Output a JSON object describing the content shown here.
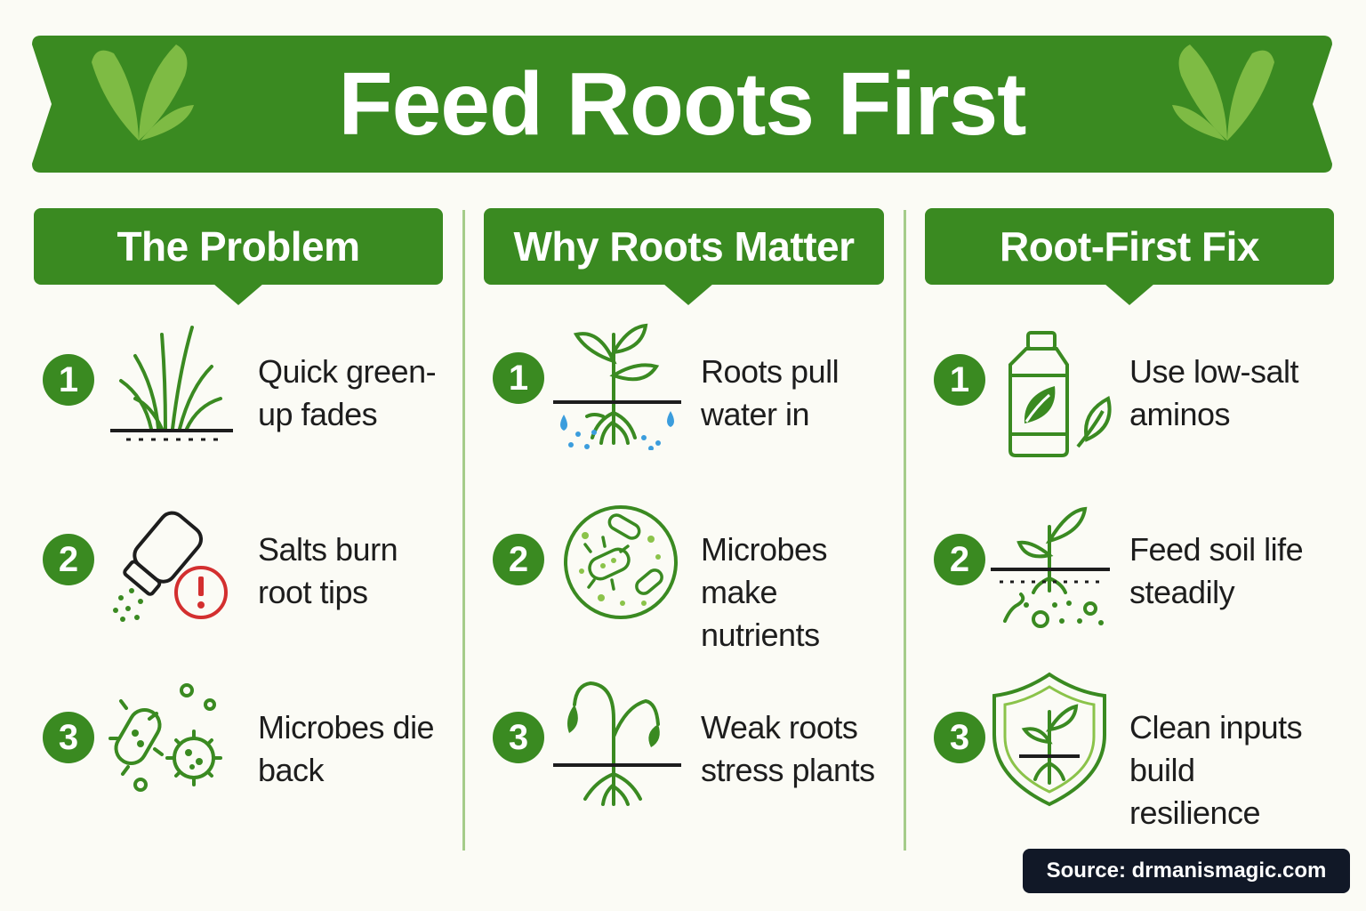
{
  "banner": {
    "title": "Feed Roots First"
  },
  "columns": [
    {
      "heading": "The Problem",
      "items": [
        {
          "number": "1",
          "text": "Quick green-up fades",
          "icon": "grass-icon"
        },
        {
          "number": "2",
          "text": "Salts burn root tips",
          "icon": "salt-shaker-warning-icon"
        },
        {
          "number": "3",
          "text": "Microbes die back",
          "icon": "dying-microbes-icon"
        }
      ]
    },
    {
      "heading": "Why Roots Matter",
      "items": [
        {
          "number": "1",
          "text": "Roots pull water in",
          "icon": "seedling-roots-water-icon"
        },
        {
          "number": "2",
          "text": "Microbes make nutrients",
          "icon": "microbe-dish-icon"
        },
        {
          "number": "3",
          "text": "Weak roots stress plants",
          "icon": "wilting-plant-icon"
        }
      ]
    },
    {
      "heading": "Root-First Fix",
      "items": [
        {
          "number": "1",
          "text": "Use low-salt aminos",
          "icon": "bottle-leaf-icon"
        },
        {
          "number": "2",
          "text": "Feed soil life steadily",
          "icon": "sprout-soil-life-icon"
        },
        {
          "number": "3",
          "text": "Clean inputs build resilience",
          "icon": "shield-plant-icon"
        }
      ]
    }
  ],
  "source": "Source: drmanismagic.com",
  "colors": {
    "primary_green": "#3a8a21",
    "light_green": "#8bc34a",
    "divider_green": "#a5cc8a",
    "water_blue": "#3b9ddd",
    "warning_red": "#d32f2f",
    "background": "#fbfbf5",
    "badge_dark": "#111827"
  }
}
